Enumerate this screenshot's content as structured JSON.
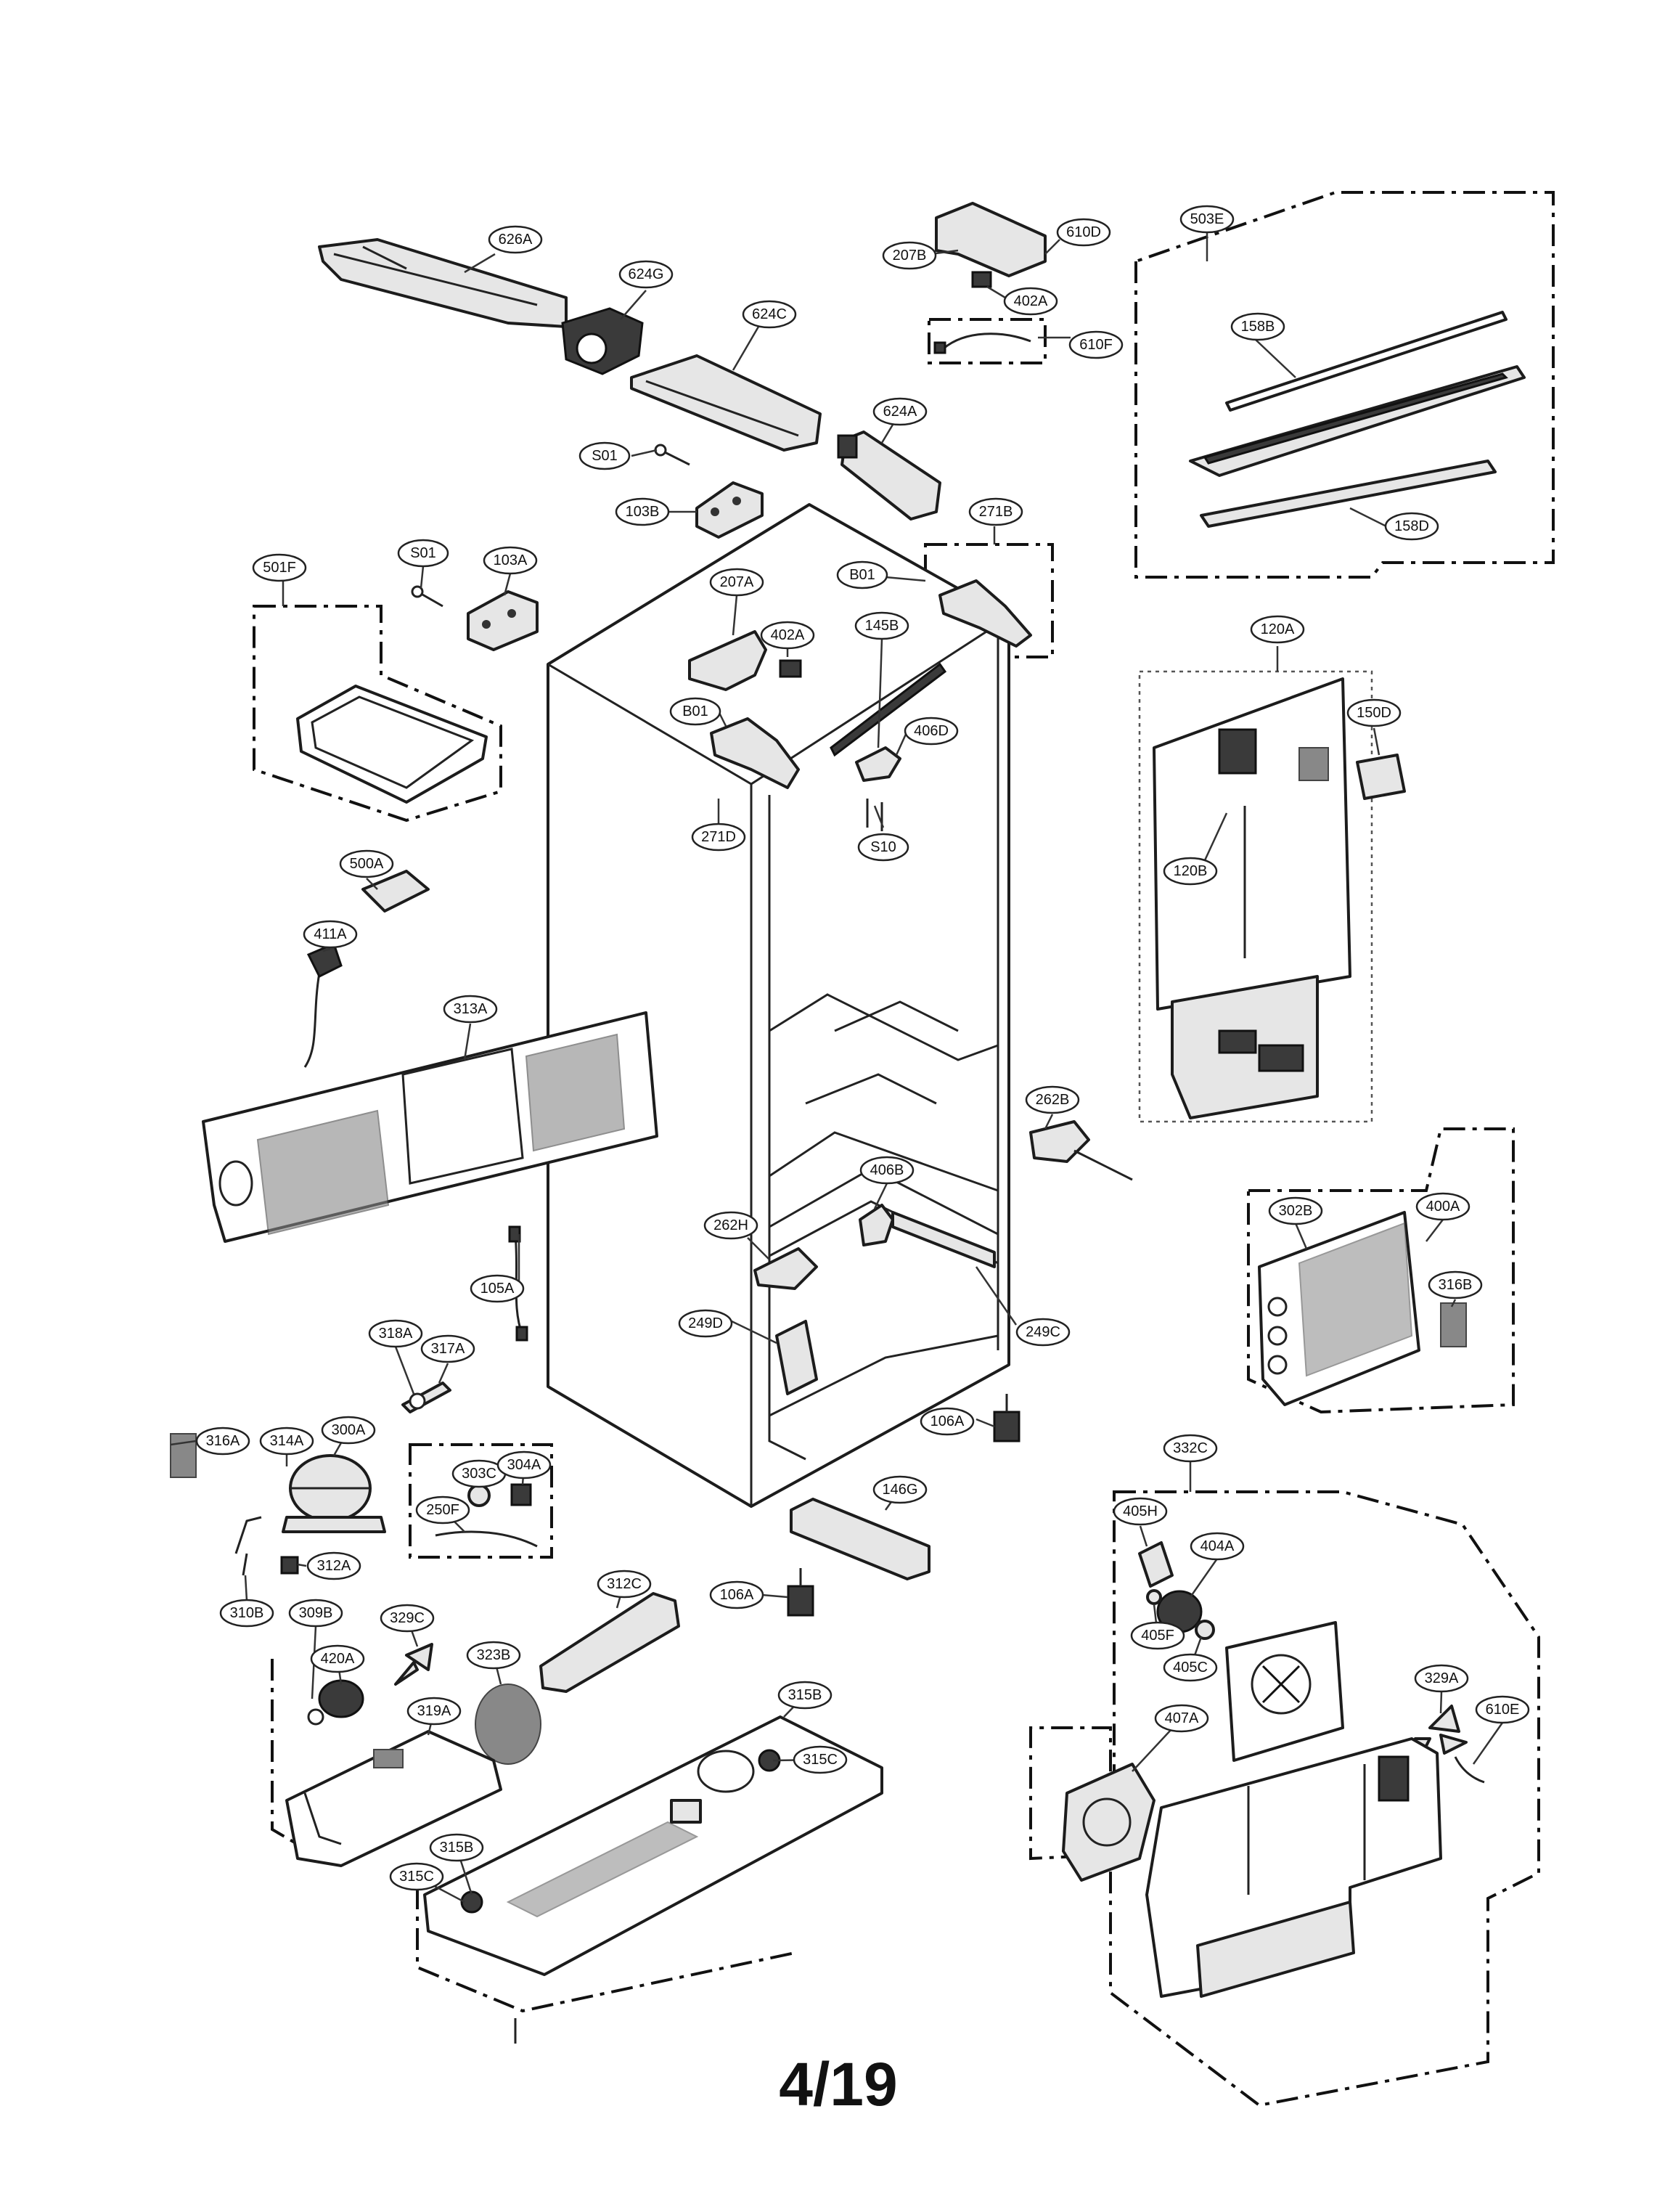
{
  "page_number": "4/19",
  "callouts": {
    "626A": "626A",
    "624G": "624G",
    "624C": "624C",
    "624A": "624A",
    "207B": "207B",
    "610D": "610D",
    "402A_top": "402A",
    "610F": "610F",
    "503E": "503E",
    "158B": "158B",
    "158D": "158D",
    "S01_top": "S01",
    "103B": "103B",
    "271B": "271B",
    "B01_right": "B01",
    "501F": "501F",
    "S01_left": "S01",
    "103A": "103A",
    "207A": "207A",
    "402A_mid": "402A",
    "145B": "145B",
    "B01_left": "B01",
    "406D": "406D",
    "271D": "271D",
    "S10": "S10",
    "120A": "120A",
    "150D": "150D",
    "120B": "120B",
    "500A": "500A",
    "411A": "411A",
    "313A": "313A",
    "262B": "262B",
    "406B": "406B",
    "262H": "262H",
    "249C": "249C",
    "249D": "249D",
    "105A": "105A",
    "302B": "302B",
    "400A": "400A",
    "316B": "316B",
    "318A": "318A",
    "317A": "317A",
    "106A_top": "106A",
    "316A": "316A",
    "314A": "314A",
    "300A": "300A",
    "303C": "303C",
    "304A": "304A",
    "250F": "250F",
    "146G": "146G",
    "312A": "312A",
    "310B": "310B",
    "312C": "312C",
    "106A_bottom": "106A",
    "309B": "309B",
    "329C": "329C",
    "420A": "420A",
    "323B": "323B",
    "319A": "319A",
    "315B_top": "315B",
    "315C_top": "315C",
    "315B_bottom": "315B",
    "315C_bottom": "315C",
    "332C": "332C",
    "405H": "405H",
    "404A": "404A",
    "405F": "405F",
    "405C": "405C",
    "329A": "329A",
    "407A": "407A",
    "610E": "610E"
  }
}
